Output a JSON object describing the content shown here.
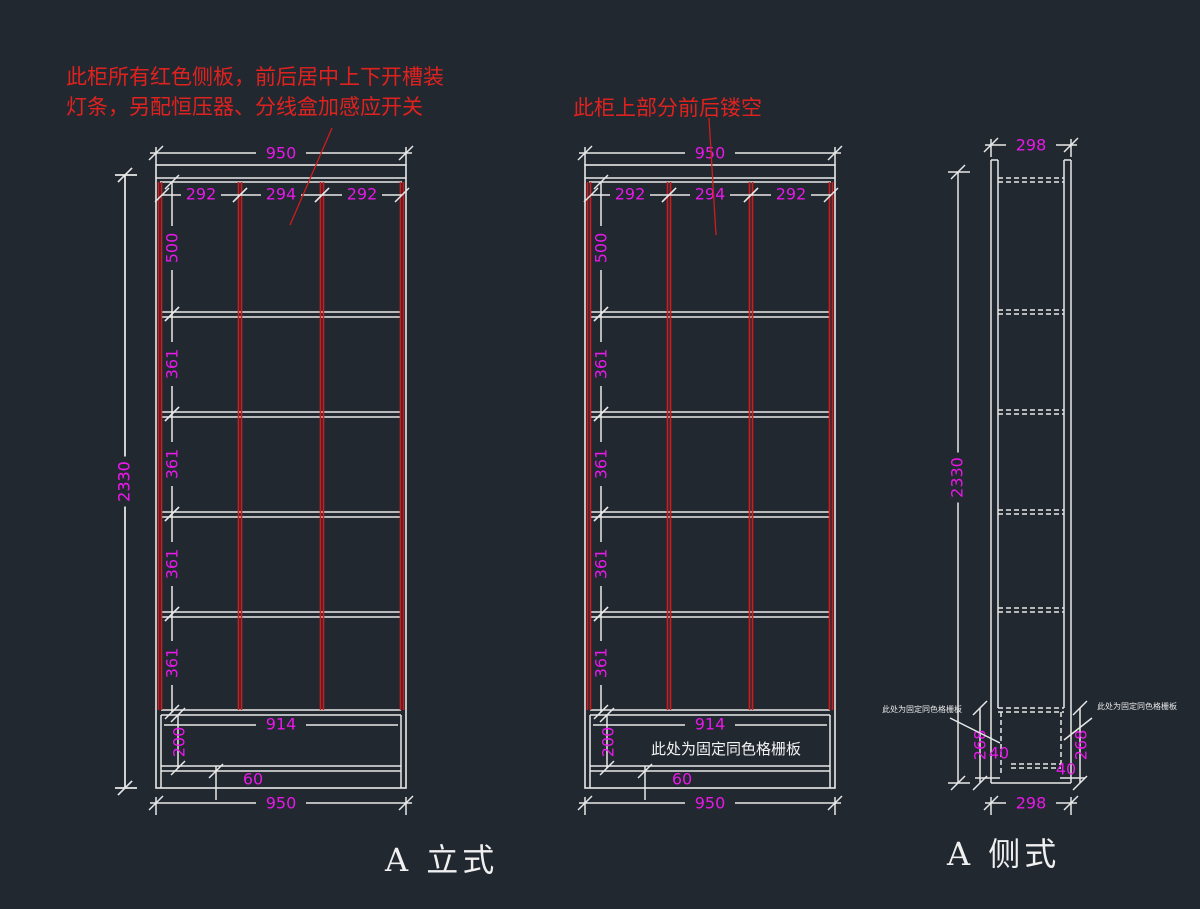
{
  "annotations": {
    "left_note_line1": "此柜所有红色侧板，前后居中上下开槽装",
    "left_note_line2": "灯条，另配恒压器、分线盒加感应开关",
    "middle_note": "此柜上部分前后镂空",
    "grille_note": "此处为固定同色格栅板",
    "side_note_left": "此处为固定同色格栅板",
    "side_note_right": "此处为固定同色格栅板"
  },
  "titles": {
    "front": "A 立式",
    "side": "A 侧式"
  },
  "front_dims": {
    "overall_width": "950",
    "bays": [
      "292",
      "294",
      "292"
    ],
    "overall_height": "2330",
    "compartments": [
      "500",
      "361",
      "361",
      "361",
      "361"
    ],
    "inner_width": "914",
    "base_height": "200",
    "kick": "60",
    "bottom_width": "950"
  },
  "side_dims": {
    "top_depth": "298",
    "overall_height": "2330",
    "left_height": "268",
    "right_height": "268",
    "left_inset": "40",
    "right_inset": "40",
    "bottom_depth": "298"
  },
  "colors": {
    "background": "#212830",
    "line": "#e8e8e8",
    "red_panel": "#d01c1c",
    "dimension_text": "#e619e6",
    "annotation": "#e0221f"
  }
}
